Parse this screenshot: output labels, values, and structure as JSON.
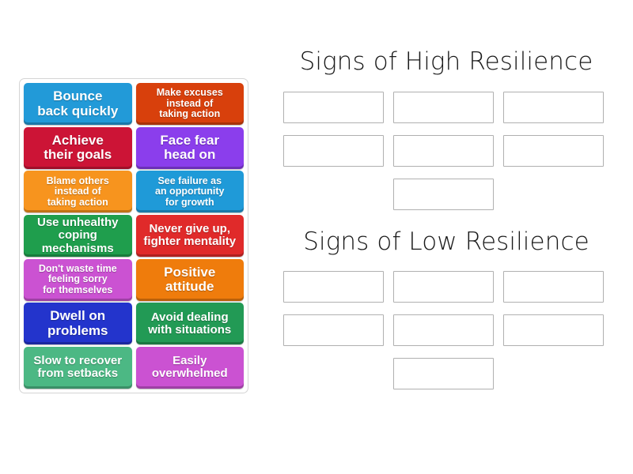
{
  "tray": {
    "name": "word-tile-tray",
    "tiles": [
      [
        {
          "label": "Bounce\nback quickly",
          "color": "#229ad8",
          "size": "size-lg",
          "name": "tile-bounce-back-quickly"
        },
        {
          "label": "Make excuses\ninstead of\ntaking action",
          "color": "#d8400c",
          "size": "size-sm",
          "name": "tile-make-excuses-instead-of-taking-action"
        }
      ],
      [
        {
          "label": "Achieve\ntheir goals",
          "color": "#cc1436",
          "size": "size-lg",
          "name": "tile-achieve-their-goals"
        },
        {
          "label": "Face fear\nhead on",
          "color": "#8b3eec",
          "size": "size-lg",
          "name": "tile-face-fear-head-on"
        }
      ],
      [
        {
          "label": "Blame others\ninstead of\ntaking action",
          "color": "#f7941e",
          "size": "size-sm",
          "name": "tile-blame-others-instead-of-taking-action"
        },
        {
          "label": "See failure as\nan opportunity\nfor growth",
          "color": "#1f9ad8",
          "size": "size-sm",
          "name": "tile-see-failure-as-an-opportunity-for-growth"
        }
      ],
      [
        {
          "label": "Use unhealthy\ncoping mechanisms",
          "color": "#1f9e4d",
          "size": "size-md",
          "name": "tile-use-unhealthy-coping-mechanisms"
        },
        {
          "label": "Never give up,\nfighter mentality",
          "color": "#e02a2a",
          "size": "size-md",
          "name": "tile-never-give-up-fighter-mentality"
        }
      ],
      [
        {
          "label": "Don't waste time\nfeeling sorry\nfor themselves",
          "color": "#cb52d2",
          "size": "size-sm",
          "name": "tile-dont-waste-time-feeling-sorry-for-themselves"
        },
        {
          "label": "Positive\nattitude",
          "color": "#ef7c0c",
          "size": "size-lg",
          "name": "tile-positive-attitude"
        }
      ],
      [
        {
          "label": "Dwell on\nproblems",
          "color": "#2334cc",
          "size": "size-lg",
          "name": "tile-dwell-on-problems"
        },
        {
          "label": "Avoid dealing\nwith situations",
          "color": "#229a55",
          "size": "size-md",
          "name": "tile-avoid-dealing-with-situations"
        }
      ],
      [
        {
          "label": "Slow to recover\nfrom setbacks",
          "color": "#4cb884",
          "size": "size-md",
          "name": "tile-slow-to-recover-from-setbacks"
        },
        {
          "label": "Easily\noverwhelmed",
          "color": "#cb52d2",
          "size": "size-md",
          "name": "tile-easily-overwhelmed"
        }
      ]
    ]
  },
  "categories": [
    {
      "title": "Signs of High Resilience",
      "name": "category-high-resilience",
      "slot_rows": [
        3,
        3,
        1
      ],
      "slot_count": 7
    },
    {
      "title": "Signs of Low Resilience",
      "name": "category-low-resilience",
      "slot_rows": [
        3,
        3,
        1
      ],
      "slot_count": 7
    }
  ],
  "colors": {
    "page_background": "#ffffff",
    "tray_border": "#d4d4d4",
    "slot_border": "#b0b0b0",
    "title_text": "#1a1a1a",
    "tile_text": "#ffffff"
  }
}
